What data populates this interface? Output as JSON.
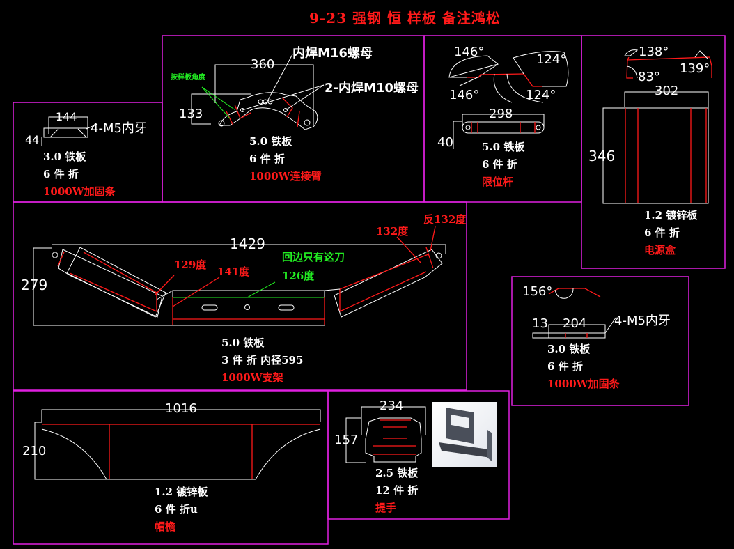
{
  "title": "9-23 强钢 恒 样板 备注鸿松",
  "colors": {
    "background": "#000000",
    "frame": "#e020e0",
    "line": "#ffffff",
    "bend": "#ff1a1a",
    "note": "#22ee22"
  },
  "parts": [
    {
      "id": "reinforce-strip-a",
      "dims": [
        "144",
        "44"
      ],
      "thread_note": "4-M5内牙",
      "material": "3.0 铁板",
      "qty": "6 件 折",
      "name": "1000W加固条"
    },
    {
      "id": "connecting-arm",
      "dims": [
        "360",
        "133"
      ],
      "callouts": [
        "内焊M16螺母",
        "2-内焊M10螺母"
      ],
      "angle_note": "按样板角度",
      "material": "5.0 铁板",
      "qty": "6 件 折",
      "name": "1000W连接臂"
    },
    {
      "id": "limit-rod",
      "angles": [
        "146°",
        "124°",
        "146°",
        "124°"
      ],
      "dims": [
        "298",
        "40"
      ],
      "material": "5.0 铁板",
      "qty": "6 件 折",
      "name": "限位杆"
    },
    {
      "id": "power-box",
      "angles": [
        "138°",
        "139°",
        "83°"
      ],
      "dims": [
        "302",
        "346"
      ],
      "material": "1.2 镀锌板",
      "qty": "6 件 折",
      "name": "电源盒"
    },
    {
      "id": "bracket",
      "dims": [
        "1429",
        "279"
      ],
      "angles": [
        "129度",
        "141度",
        "132度",
        "反132度",
        "126度"
      ],
      "edge_note": "回边只有这刀",
      "material": "5.0 铁板",
      "qty": "3 件 折 内径595",
      "name": "1000W支架"
    },
    {
      "id": "reinforce-strip-b",
      "angles": [
        "156°"
      ],
      "dims": [
        "13",
        "204"
      ],
      "thread_note": "4-M5内牙",
      "material": "3.0 铁板",
      "qty": "6 件 折",
      "name": "1000W加固条"
    },
    {
      "id": "visor",
      "dims": [
        "1016",
        "210"
      ],
      "material": "1.2 镀锌板",
      "qty": "6 件 折u",
      "name": "帽檐"
    },
    {
      "id": "handle",
      "dims": [
        "234",
        "157"
      ],
      "material": "2.5 铁板",
      "qty": "12 件 折",
      "name": "提手"
    }
  ]
}
